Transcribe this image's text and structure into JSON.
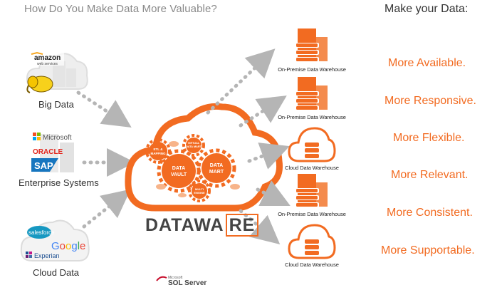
{
  "header": {
    "title": "How Do You Make Data More Valuable?",
    "right_title": "Make your Data:"
  },
  "sources": [
    {
      "label": "Big Data",
      "logos": [
        "amazon",
        "web services"
      ]
    },
    {
      "label": "Enterprise Systems",
      "logos": [
        "Microsoft",
        "ORACLE",
        "SAP"
      ]
    },
    {
      "label": "Cloud Data",
      "logos": [
        "salesforce",
        "Google",
        "Experian"
      ]
    }
  ],
  "center": {
    "brand_left": "DATAWA",
    "brand_right": "RE",
    "gears": [
      "DATA VAULT",
      "DATA MART",
      "ETL & MAPPING",
      "VIRTUAL DATA MART",
      "MULTI ENGINE"
    ],
    "footer_logo_small": "Microsoft",
    "footer_logo": "SQL Server"
  },
  "warehouses": [
    {
      "label": "On-Premise Data Warehouse",
      "kind": "building"
    },
    {
      "label": "On-Premise Data Warehouse",
      "kind": "building"
    },
    {
      "label": "Cloud Data Warehouse",
      "kind": "cloud"
    },
    {
      "label": "On-Premise Data Warehouse",
      "kind": "building"
    },
    {
      "label": "Cloud Data Warehouse",
      "kind": "cloud"
    }
  ],
  "benefits": [
    "More Available.",
    "More Responsive.",
    "More Flexible.",
    "More Relevant.",
    "More Consistent.",
    "More Supportable."
  ],
  "colors": {
    "accent": "#f26b21",
    "arrow": "#b5b5b5",
    "text": "#333333"
  }
}
